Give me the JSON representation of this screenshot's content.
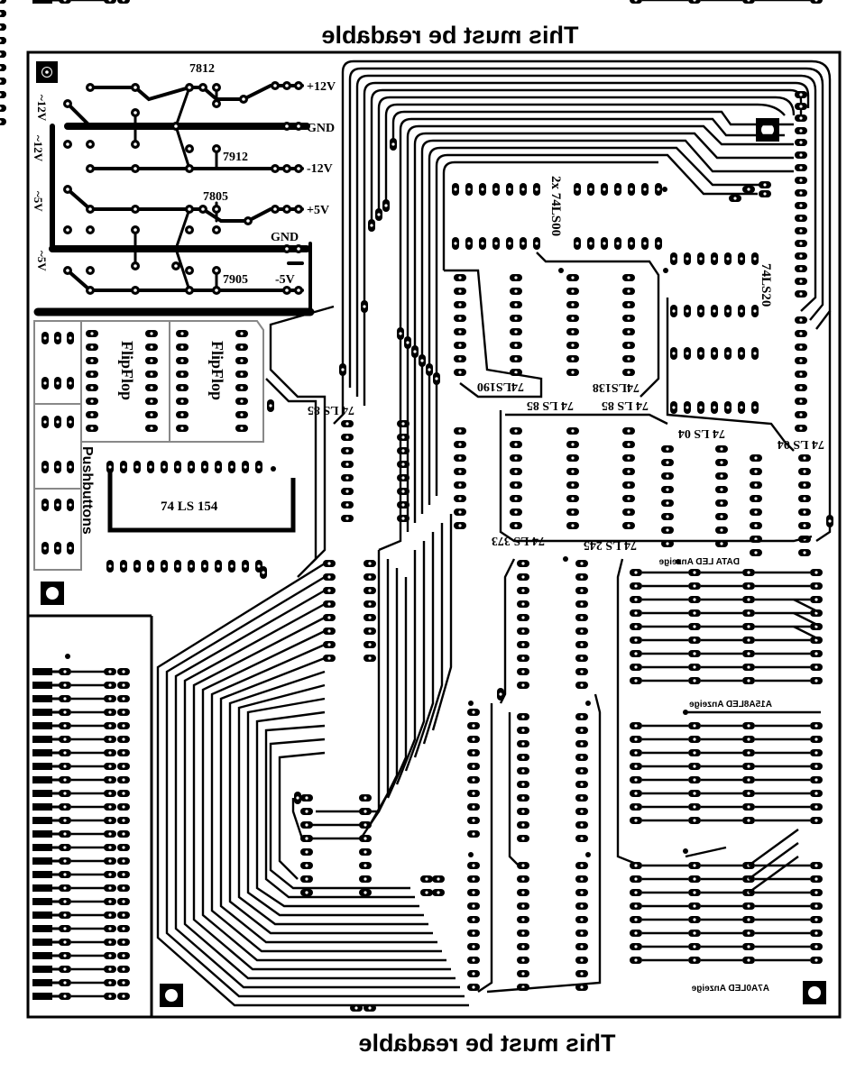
{
  "header": {
    "top_text": "This must be readable",
    "bottom_text": "This must be readable"
  },
  "power": {
    "regulators": [
      "7812",
      "7912",
      "7805",
      "7905"
    ],
    "outputs": [
      "+12V",
      "GND",
      "-12V",
      "+5V",
      "GND",
      "-5V"
    ],
    "inputs": [
      "~12V",
      "~12V",
      "~5V",
      "~5V"
    ]
  },
  "ics": {
    "flipflop": [
      "FlipFlop",
      "FlipFlop"
    ],
    "pushbuttons": "Pushbuttons",
    "ls154": "74 LS 154",
    "ls00": "2x 74LS00",
    "ls20": "74LS20",
    "ls190": "74LS190",
    "ls138": "74LS138",
    "ls85_a": "74 LS 85",
    "ls85_b": "74 LS 85",
    "ls85_c": "74 LS 85",
    "ls04_a": "74 LS 04",
    "ls04_b": "74 LS 04",
    "ls373": "74 LS 373",
    "ls245": "74 LS 245"
  },
  "leds": {
    "data": "DATA LED Anzeige",
    "a15a8": "A15A8LED Anzeige",
    "a7a0": "A7A0LED Anzeige"
  },
  "colors": {
    "copper": "#000000",
    "board": "#ffffff"
  }
}
